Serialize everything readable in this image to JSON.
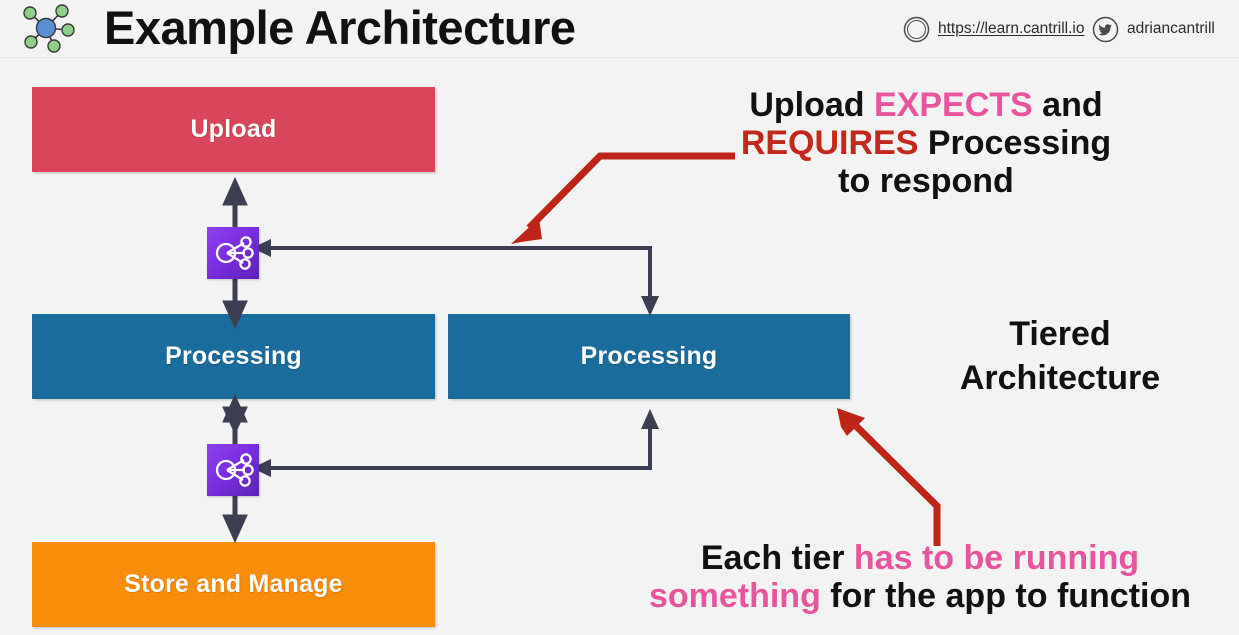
{
  "header": {
    "title": "Example Architecture",
    "logo_icon": "molecule-network-icon",
    "site": {
      "icon": "compass-icon",
      "url": "https://learn.cantrill.io"
    },
    "twitter": {
      "icon": "twitter-bird-icon",
      "handle": "adriancantrill"
    }
  },
  "diagram": {
    "boxes": [
      {
        "id": "upload",
        "label": "Upload",
        "color": "#d9465b"
      },
      {
        "id": "processing_1",
        "label": "Processing",
        "color": "#1a6c9c"
      },
      {
        "id": "processing_2",
        "label": "Processing",
        "color": "#1a6c9c"
      },
      {
        "id": "store",
        "label": "Store and Manage",
        "color": "#f88d0a"
      }
    ],
    "service_icons": [
      {
        "id": "svc_upper",
        "icon": "network-hub-icon",
        "color": "#7b2ee0"
      },
      {
        "id": "svc_lower",
        "icon": "network-hub-icon",
        "color": "#7b2ee0"
      }
    ],
    "connector_color": "#3b3f51"
  },
  "annotations": {
    "upload_requires": {
      "part1": "Upload ",
      "emphasis_pink": "EXPECTS",
      "part2": " and ",
      "emphasis_red": "REQUIRES",
      "part3": " Processing to respond"
    },
    "tiered": {
      "line1": "Tiered",
      "line2": "Architecture"
    },
    "each_tier": {
      "part1": "Each tier ",
      "emphasis_pink": "has to be running something",
      "part2": " for the app to function"
    },
    "arrow_color": "#bf2418",
    "pink": "#e8559e",
    "red": "#c4281c"
  }
}
